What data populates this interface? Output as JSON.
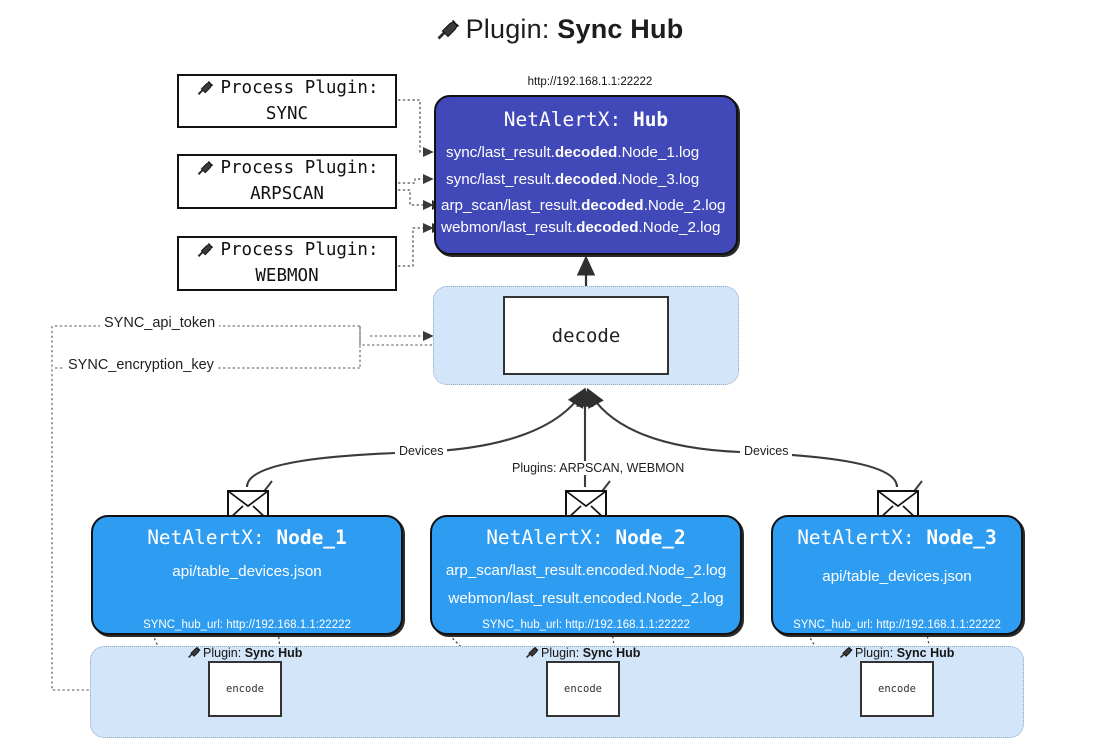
{
  "title": {
    "prefix": "Plugin:",
    "name": "Sync Hub",
    "icon": "plug-icon"
  },
  "process_plugins": [
    {
      "line1": "Process Plugin:",
      "line2": "SYNC",
      "icon": "plug-icon"
    },
    {
      "line1": "Process Plugin:",
      "line2": "ARPSCAN",
      "icon": "plug-icon"
    },
    {
      "line1": "Process Plugin:",
      "line2": "WEBMON",
      "icon": "plug-icon"
    }
  ],
  "hub": {
    "url": "http://192.168.1.1:22222",
    "title_prefix": "NetAlertX:",
    "title_name": "Hub",
    "logs": [
      {
        "pre": "sync/last_result.",
        "mid": "decoded",
        "post": ".Node_1.log"
      },
      {
        "pre": "sync/last_result.",
        "mid": "decoded",
        "post": ".Node_3.log"
      },
      {
        "pre": "arp_scan/last_result.",
        "mid": "decoded",
        "post": ".Node_2.log"
      },
      {
        "pre": "webmon/last_result.",
        "mid": "decoded",
        "post": ".Node_2.log"
      }
    ]
  },
  "decode": {
    "label": "decode"
  },
  "secrets": [
    {
      "label": "SYNC_api_token"
    },
    {
      "label": "SYNC_encryption_key"
    }
  ],
  "edge_labels": {
    "devices_left": "Devices",
    "devices_right": "Devices",
    "plugins_center": "Plugins: ARPSCAN, WEBMON"
  },
  "nodes": [
    {
      "title_prefix": "NetAlertX:",
      "title_name": "Node_1",
      "lines": [
        "api/table_devices.json"
      ],
      "footer": "SYNC_hub_url: http://192.168.1.1:22222",
      "mail_icon": "envelope-icon"
    },
    {
      "title_prefix": "NetAlertX:",
      "title_name": "Node_2",
      "lines": [
        "arp_scan/last_result.encoded.Node_2.log",
        "webmon/last_result.encoded.Node_2.log"
      ],
      "footer": "SYNC_hub_url: http://192.168.1.1:22222",
      "mail_icon": "envelope-icon"
    },
    {
      "title_prefix": "NetAlertX:",
      "title_name": "Node_3",
      "lines": [
        "api/table_devices.json"
      ],
      "footer": "SYNC_hub_url: http://192.168.1.1:22222",
      "mail_icon": "envelope-icon"
    }
  ],
  "encoders": [
    {
      "caption_prefix": "Plugin:",
      "caption_name": "Sync Hub",
      "label": "encode",
      "icon": "plug-icon"
    },
    {
      "caption_prefix": "Plugin:",
      "caption_name": "Sync Hub",
      "label": "encode",
      "icon": "plug-icon"
    },
    {
      "caption_prefix": "Plugin:",
      "caption_name": "Sync Hub",
      "label": "encode",
      "icon": "plug-icon"
    }
  ],
  "colors": {
    "hub_fill": "#4148b7",
    "node_fill": "#2e9cf1",
    "panel_fill": "#d3e5f9",
    "stroke": "#111111"
  }
}
